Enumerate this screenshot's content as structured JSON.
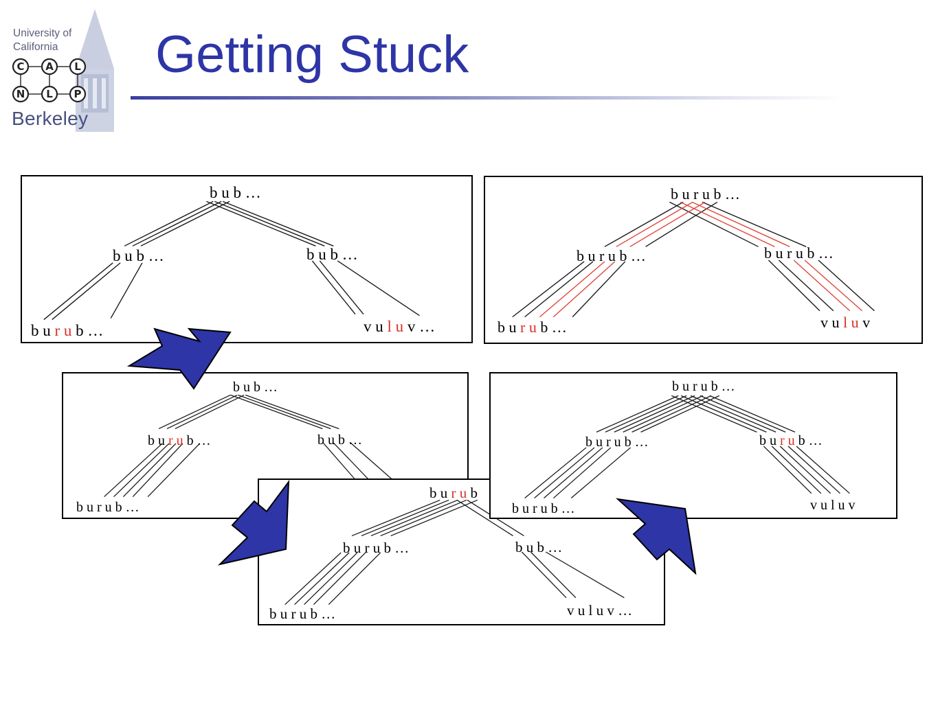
{
  "slide": {
    "title": "Getting Stuck"
  },
  "logo": {
    "line1": "University of",
    "line2": "California",
    "name": "Berkeley",
    "nodes_top": [
      "C",
      "A",
      "L"
    ],
    "nodes_bottom": [
      "N",
      "L",
      "P"
    ]
  },
  "colors": {
    "title": "#2e35a6",
    "arrow": "#2e35a6",
    "highlight": "#d93025"
  },
  "panels": {
    "p1": {
      "root": "b u b …",
      "left": "b u b …",
      "right": "b u b …",
      "leaf_left": {
        "pre": "b u ",
        "hl": "r u",
        "post": " b …"
      },
      "leaf_right": {
        "pre": "v u ",
        "hl": "l u",
        "post": " v …"
      }
    },
    "p2": {
      "root": "b u r u b …",
      "left": "b u r u b …",
      "right": "b u r u b …",
      "leaf_left": {
        "pre": "b u ",
        "hl": "r u",
        "post": " b …"
      },
      "leaf_right": {
        "pre": "v u ",
        "hl": "l u",
        "post": " v"
      }
    },
    "p3": {
      "root": "b u b …",
      "mid_left": {
        "pre": "b u ",
        "hl": "r u",
        "post": " b …"
      },
      "right": "b u b …",
      "leaf_left": "b u r u b …"
    },
    "p4": {
      "root": {
        "pre": "b u ",
        "hl": "r u",
        "post": " b"
      },
      "left": "b u r u b …",
      "right": "b u b …",
      "leaf_left": "b u r u b …",
      "leaf_right": "v u l u v …"
    },
    "p5": {
      "root": "b u r u b …",
      "left": "b u r u b …",
      "mid_right": {
        "pre": "b u ",
        "hl": "r u",
        "post": " b …"
      },
      "leaf_left": "b u r u b …",
      "leaf_right": "v u l u v"
    }
  }
}
